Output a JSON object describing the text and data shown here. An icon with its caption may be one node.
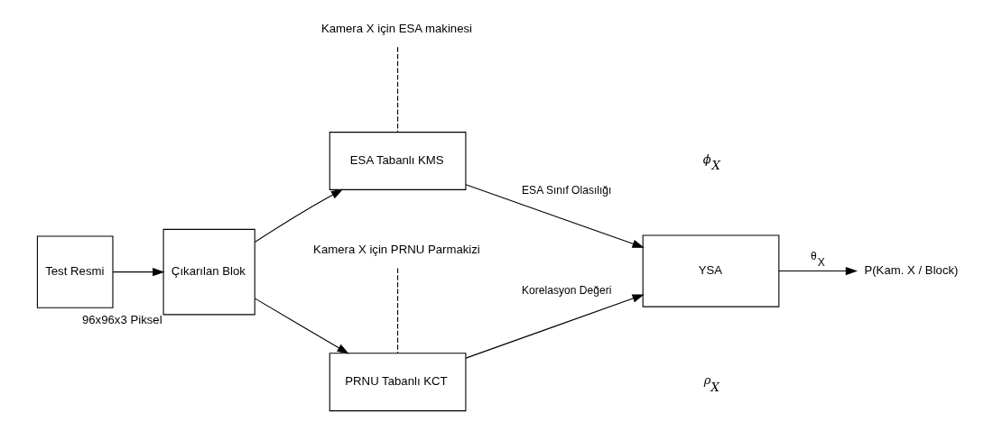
{
  "diagram": {
    "nodes": [
      {
        "text": [
          "Test Resmi"
        ]
      },
      {
        "text": [
          "Çıkarılan Blok"
        ],
        "beside": [
          "96x96x3 Piksel"
        ]
      },
      {
        "text": [
          "ESA Tabanlı KMS"
        ]
      },
      {
        "text": [
          "PRNU Tabanlı KCT"
        ]
      },
      {
        "text": [
          "YSA"
        ]
      },
      {
        "text": [
          "Kamera X için ESA makinesi"
        ]
      },
      {
        "text": [
          "Kamera X için PRNU Parmakizi"
        ]
      },
      {
        "text": [
          "P(Kam. X / Block)"
        ]
      }
    ],
    "edges": [
      {
        "from": 0,
        "to": 1,
        "arrow": "to"
      },
      {
        "from": 1,
        "to": 2,
        "arrow": "to"
      },
      {
        "from": 1,
        "to": 3,
        "arrow": "to"
      },
      {
        "from": 2,
        "to": 4,
        "arrow": "to",
        "label": "ESA Sınıf Olasılığı"
      },
      {
        "from": 3,
        "to": 4,
        "arrow": "to",
        "label": "Korelasyon Değeri"
      },
      {
        "from": 4,
        "to": 7,
        "arrow": "to",
        "label": "θ$_{X}$"
      },
      {
        "from": 5,
        "to": 2,
        "arrow": "none",
        "style": "dashed"
      },
      {
        "from": 6,
        "to": 3,
        "arrow": "none",
        "style": "dashed"
      }
    ],
    "labels": [
      "ϕ$_{X}$",
      "ρ$_{X}$"
    ]
  }
}
